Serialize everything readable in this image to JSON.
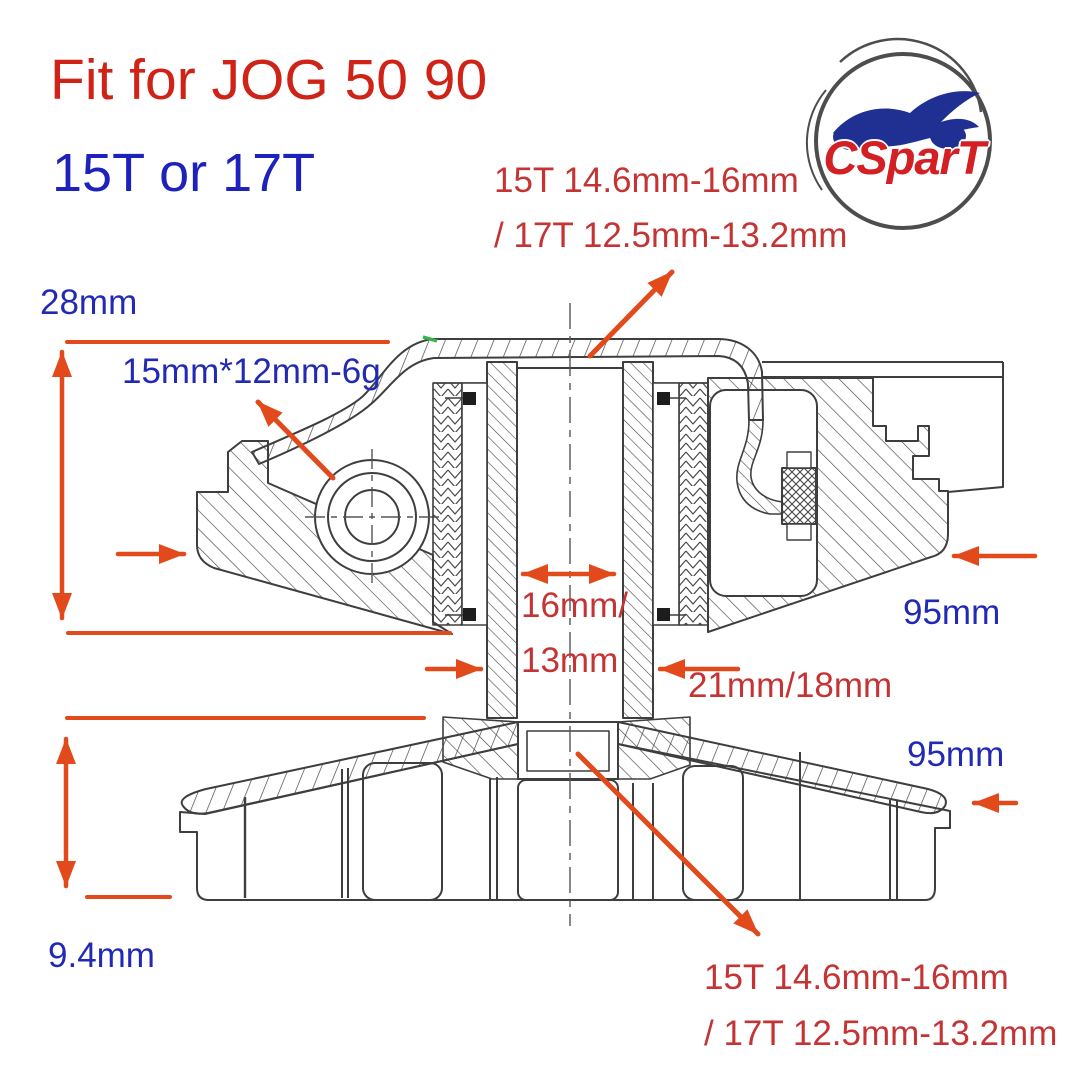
{
  "header": {
    "title": "Fit for JOG 50 90",
    "subtitle": "15T or 17T"
  },
  "logo": {
    "brand": "CSparT"
  },
  "labels": {
    "top_spec_line1": "15T 14.6mm-16mm",
    "top_spec_line2": "/ 17T 12.5mm-13.2mm",
    "height_upper": "28mm",
    "roller_spec": "15mm*12mm-6g",
    "bore_line1": "16mm/",
    "bore_line2": "13mm",
    "sleeve_spec": "21mm/18mm",
    "upper_diameter": "95mm",
    "lower_diameter": "95mm",
    "height_lower": "9.4mm",
    "bottom_spec_line1": "15T 14.6mm-16mm",
    "bottom_spec_line2": "/ 17T 12.5mm-13.2mm"
  },
  "colors": {
    "title_red": "#cf2318",
    "label_blue": "#1e22bd",
    "dim_red": "#c43434",
    "dim_blue": "#222ab4",
    "arrow_orange": "#e2491b",
    "line_gray": "#3e3e3e",
    "logo_blue": "#202f92",
    "logo_red": "#d32024",
    "tick_green": "#35b54a"
  }
}
